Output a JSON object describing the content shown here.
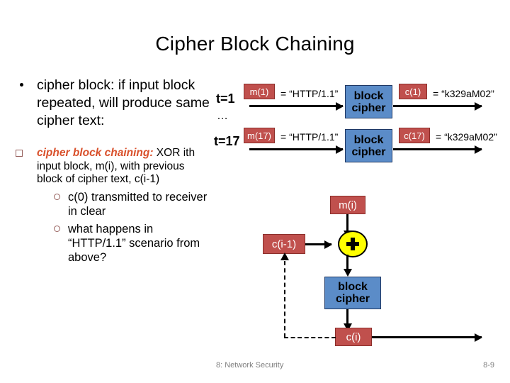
{
  "slide": {
    "title": "Cipher Block Chaining",
    "footer_left": "8: Network Security",
    "footer_right": "8-9"
  },
  "colors": {
    "red_box_fill": "#c0504d",
    "red_box_border": "#8c2f2b",
    "blue_box_fill": "#5b8cc8",
    "blue_box_border": "#1f3864",
    "xor_fill": "#ffff00",
    "accent_red_text": "#d9512c",
    "marker": "#96605c",
    "footer_text": "#808080"
  },
  "left_column": {
    "bullet1": {
      "marker": "disc",
      "text": "cipher block: if input block repeated, will produce same cipher text:"
    },
    "bullet2": {
      "marker": "square",
      "emphasis": "cipher block chaining:",
      "text": " XOR ith input block, m(i), with previous block of cipher text, c(i-1)",
      "sub_bullets": [
        {
          "marker": "circle",
          "text": "c(0) transmitted to receiver in clear"
        },
        {
          "marker": "circle",
          "text": "what happens in “HTTP/1.1” scenario from above?"
        }
      ]
    }
  },
  "diagram_top": {
    "rows": [
      {
        "time_label": "t=1",
        "input_box": "m(1)",
        "input_equals": "= “HTTP/1.1”",
        "cipher_line1": "block",
        "cipher_line2": "cipher",
        "output_box": "c(1)",
        "output_equals": "= “k329aM02”"
      },
      {
        "time_label": "t=17",
        "input_box": "m(17)",
        "input_equals": "= “HTTP/1.1”",
        "cipher_line1": "block",
        "cipher_line2": "cipher",
        "output_box": "c(17)",
        "output_equals": "= “k329aM02”"
      }
    ],
    "ellipsis": "…"
  },
  "diagram_cbc": {
    "message_box": "m(i)",
    "prev_cipher_box": "c(i-1)",
    "xor_symbol": "+",
    "cipher_line1": "block",
    "cipher_line2": "cipher",
    "output_box": "c(i)"
  }
}
